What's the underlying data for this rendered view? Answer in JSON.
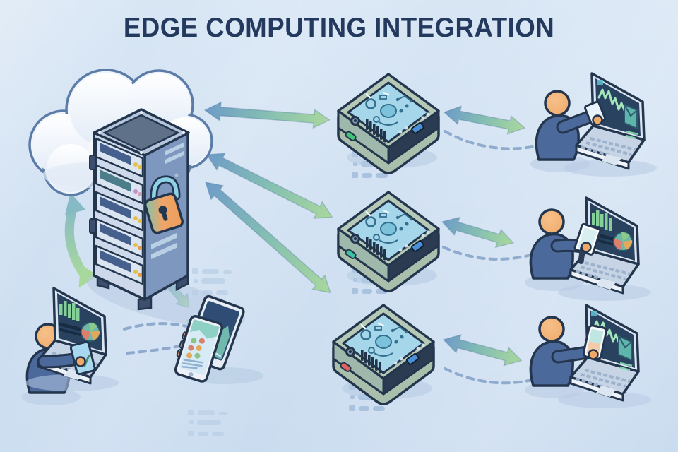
{
  "title": "EDGE COMPUTING INTEGRATION",
  "illustration": {
    "description": "Isometric illustration of an edge computing architecture: a secured cloud data-center rack exchanging data with three edge gateway devices, each serving an end user on a laptop; an administrator with laptop syncs to mobile devices.",
    "icons": [
      {
        "name": "cloud-icon"
      },
      {
        "name": "server-rack-icon"
      },
      {
        "name": "padlock-icon"
      },
      {
        "name": "edge-device-icon",
        "count": 3
      },
      {
        "name": "user-laptop-icon",
        "count": 4
      },
      {
        "name": "smartphone-icon"
      },
      {
        "name": "tablet-icon"
      },
      {
        "name": "double-arrow-icon",
        "count": 8
      },
      {
        "name": "dashed-link-icon",
        "count": 5
      },
      {
        "name": "data-stream-dashes-icon",
        "count": 5
      }
    ]
  },
  "colors": {
    "bg": "#cfe0f2",
    "title": "#23395e",
    "outline": "#24364e",
    "arrowBlue": "#6d9bc8",
    "arrowTeal": "#85bfb2",
    "arrowGreen": "#a9d89c",
    "cloudFill": "#eef4fb",
    "cloudStroke": "#5c7ca8",
    "serverFront": "#cdd9ea",
    "serverSide": "#7e97bf",
    "serverTop": "#b4c5dc",
    "rackScreen": "#46608d",
    "rackScreenTeal": "#4b7d8a",
    "deviceBody": "#b5c9b6",
    "deviceFace": "#9eb8ab",
    "deviceBase": "#a9bfac",
    "deviceScreen": "#a6d6ea",
    "deviceDark": "#2b3b52",
    "personBody": "#4c699c",
    "skin": "#f0a868",
    "lockOrange": "#efa469",
    "lockTeal": "#7cc4ae",
    "shackle": "#8ed2e8",
    "screenNavy": "#28425f",
    "chartGreen": "#84d098",
    "chartMint": "#a5e6bc",
    "chartTeal": "#6fb8a8",
    "chartSalmon": "#dd7f6c",
    "dash": "#7d9cc4",
    "shadow": "#b6cbe3",
    "ledGreen": "#43c27a",
    "ledRed": "#e0635f",
    "portBlue": "#4a90d9",
    "laptopFrame": "#dce6f2",
    "deck": "#c6d4e6"
  }
}
